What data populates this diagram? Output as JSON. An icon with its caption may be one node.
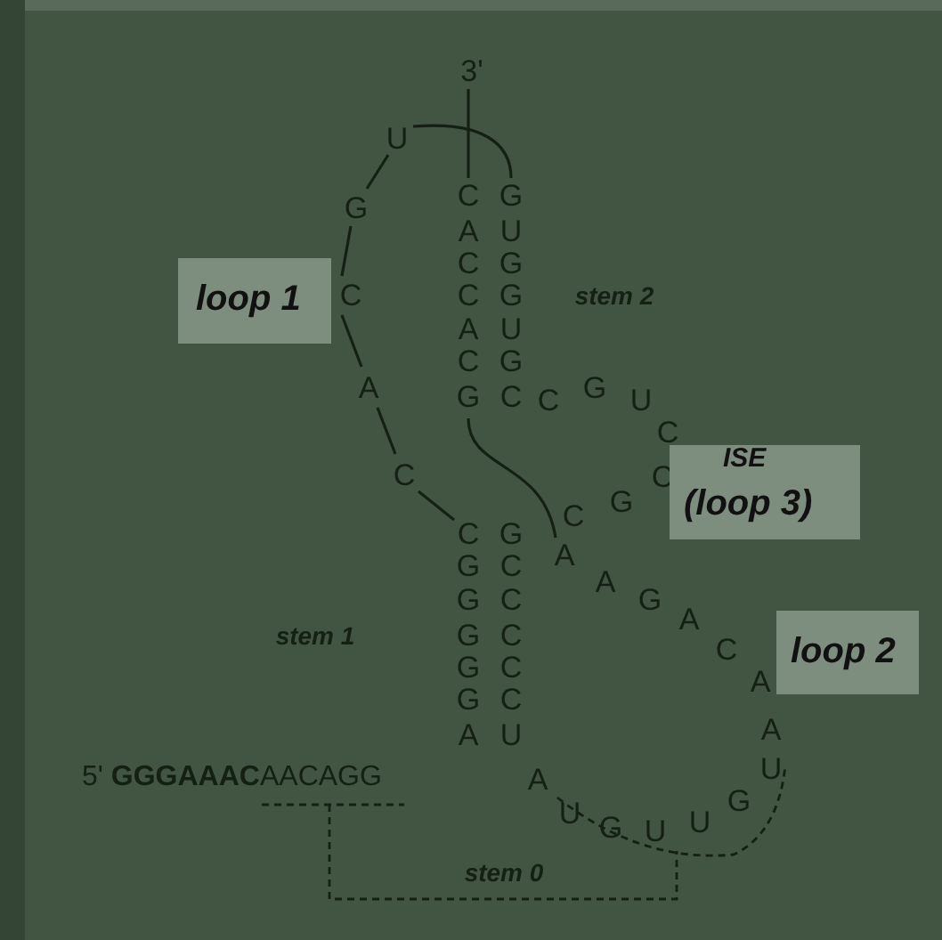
{
  "diagram": {
    "nodes": [
      {
        "text": [
          "loop 1"
        ]
      },
      {
        "text": [
          "ISE",
          "(loop 3)"
        ]
      },
      {
        "text": [
          "loop 2"
        ]
      }
    ],
    "labels": [
      "3'",
      "U",
      "C",
      "G",
      "G",
      "A",
      "U",
      "C",
      "G",
      "C",
      "C",
      "G",
      "stem 2",
      "A",
      "U",
      "C",
      "G",
      "A",
      "G",
      "G",
      "C",
      "C",
      "U",
      "C",
      "C",
      "C",
      "G",
      "C",
      "C",
      "G",
      "A",
      "G",
      "C",
      "A",
      "G",
      "C",
      "G",
      "A",
      "stem 1",
      "G",
      "C",
      "C",
      "G",
      "C",
      "A",
      "G",
      "C",
      "A",
      "U",
      "A",
      "5' **GGGAAAC**AACAGG",
      "A",
      "U",
      "U",
      "G",
      "U",
      "U",
      "G",
      "stem 0"
    ]
  }
}
